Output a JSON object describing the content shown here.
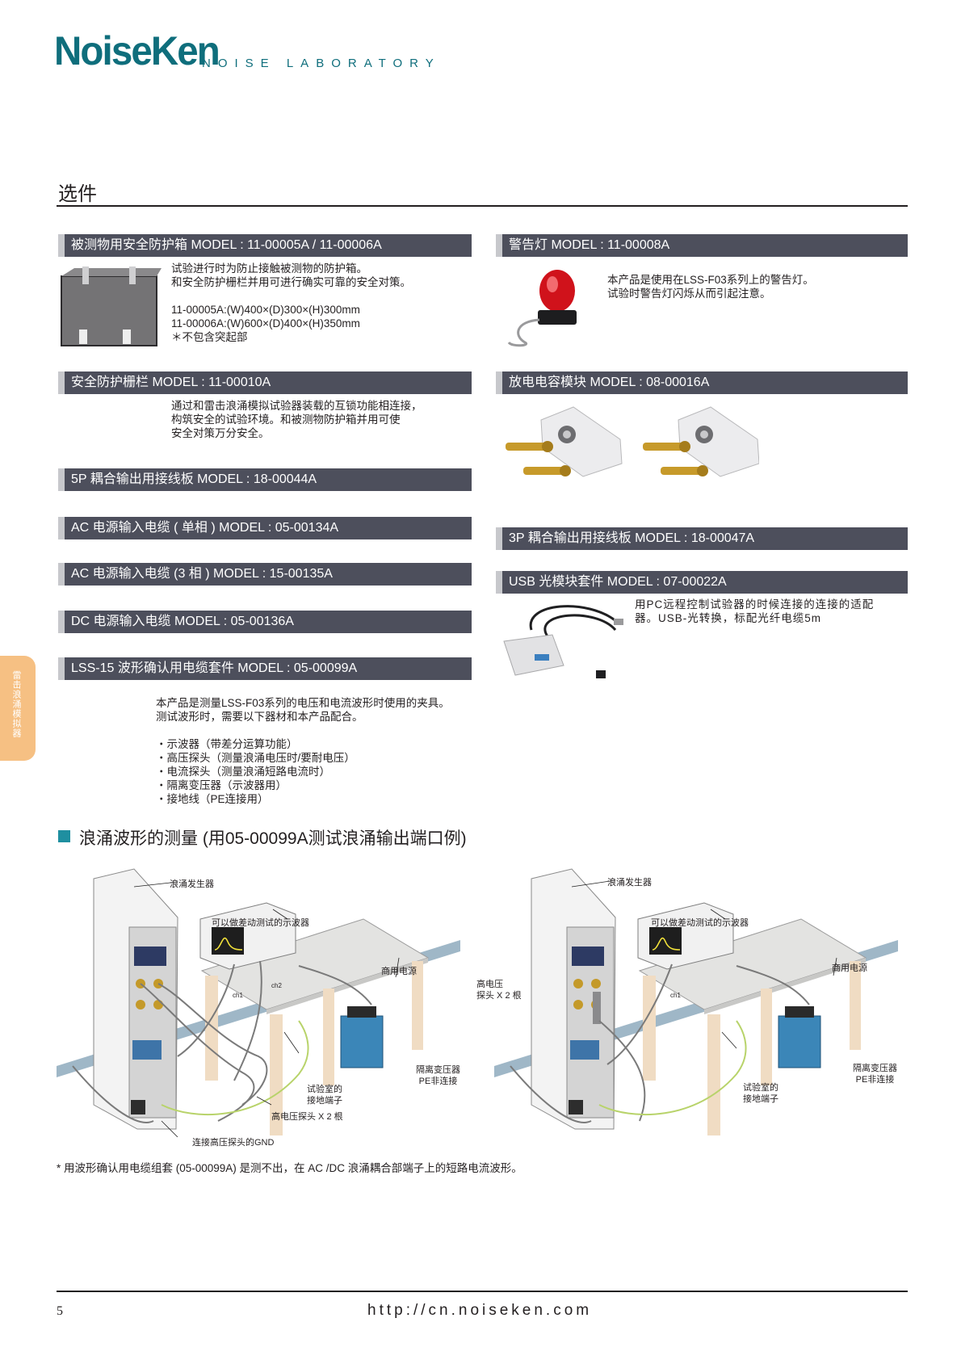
{
  "header": {
    "logo": "NoiseKen",
    "subtitle": "NOISE LABORATORY"
  },
  "page_title": "选件",
  "side_tab": "雷击浪涌模拟器",
  "left_items": [
    {
      "heading": "被测物用安全防护箱   MODEL : 11-00005A / 11-00006A",
      "desc": "试验进行时为防止接触被测物的防护箱。\n和安全防护栅栏并用可进行确实可靠的安全对策。\n\n11-00005A:(W)400×(D)300×(H)300mm\n11-00006A:(W)600×(D)400×(H)350mm\n＊不包含突起部"
    },
    {
      "heading": "安全防护栅栏   MODEL : 11-00010A",
      "desc": "通过和雷击浪涌模拟试验器装载的互锁功能相连接，\n构筑安全的试验环境。和被测物防护箱并用可使\n安全对策万分安全。"
    },
    {
      "heading": "5P 耦合输出用接线板   MODEL : 18-00044A"
    },
    {
      "heading": "AC 电源输入电缆 ( 单相 )   MODEL : 05-00134A"
    },
    {
      "heading": "AC 电源输入电缆 (3 相 )   MODEL : 15-00135A"
    },
    {
      "heading": "DC 电源输入电缆   MODEL : 05-00136A"
    },
    {
      "heading": "LSS-15 波形确认用电缆套件   MODEL : 05-00099A",
      "desc": "本产品是测量LSS-F03系列的电压和电流波形时使用的夹具。\n测试波形时，需要以下器材和本产品配合。\n\n・示波器（带差分运算功能）\n・高压探头（测量浪涌电压时/要耐电压）\n・电流探头（测量浪涌短路电流时）\n・隔离变压器（示波器用）\n・接地线（PE连接用）"
    }
  ],
  "right_items": [
    {
      "heading": "警告灯   MODEL : 11-00008A",
      "desc": "本产品是使用在LSS-F03系列上的警告灯。\n试验时警告灯闪烁从而引起注意。"
    },
    {
      "heading": "放电电容模块   MODEL : 08-00016A"
    },
    {
      "heading": "3P 耦合输出用接线板   MODEL : 18-00047A"
    },
    {
      "heading": "USB 光模块套件   MODEL : 07-00022A",
      "desc": "用PC远程控制试验器的时候连接的连接的适配\n器。USB-光转换，标配光纤电缆5m"
    }
  ],
  "section": {
    "title": "浪涌波形的测量 (用05-00099A测试浪涌输出端口例)"
  },
  "diagram_left": {
    "generator": "浪涌发生器",
    "scope": "可以做差动测试的示波器",
    "mains": "商用电源",
    "transformer": "隔离变压器\nPE非连接",
    "ground": "试验室的\n接地端子",
    "probes": "高电压探头 X 2 根",
    "gnd": "连接高压探头的GND",
    "ch1": "ch1",
    "ch2": "ch2"
  },
  "diagram_right": {
    "generator": "浪涌发生器",
    "scope": "可以做差动测试的示波器",
    "mains": "商用电源",
    "transformer": "隔离变压器\nPE非连接",
    "ground": "试验室的\n接地端子",
    "probes": "高电压\n探头 X 2 根",
    "ch1": "ch1"
  },
  "footnote": "* 用波形确认用电缆组套 (05-00099A) 是测不出，在 AC /DC 浪涌耦合部端子上的短路电流波形。",
  "footer": {
    "page_number": "5",
    "url": "http://cn.noiseken.com"
  },
  "colors": {
    "brand": "#0f6e7c",
    "heading_bar": "#4d4f5c",
    "accent_square": "#1f8fa0",
    "side_tab": "#f6c083"
  }
}
